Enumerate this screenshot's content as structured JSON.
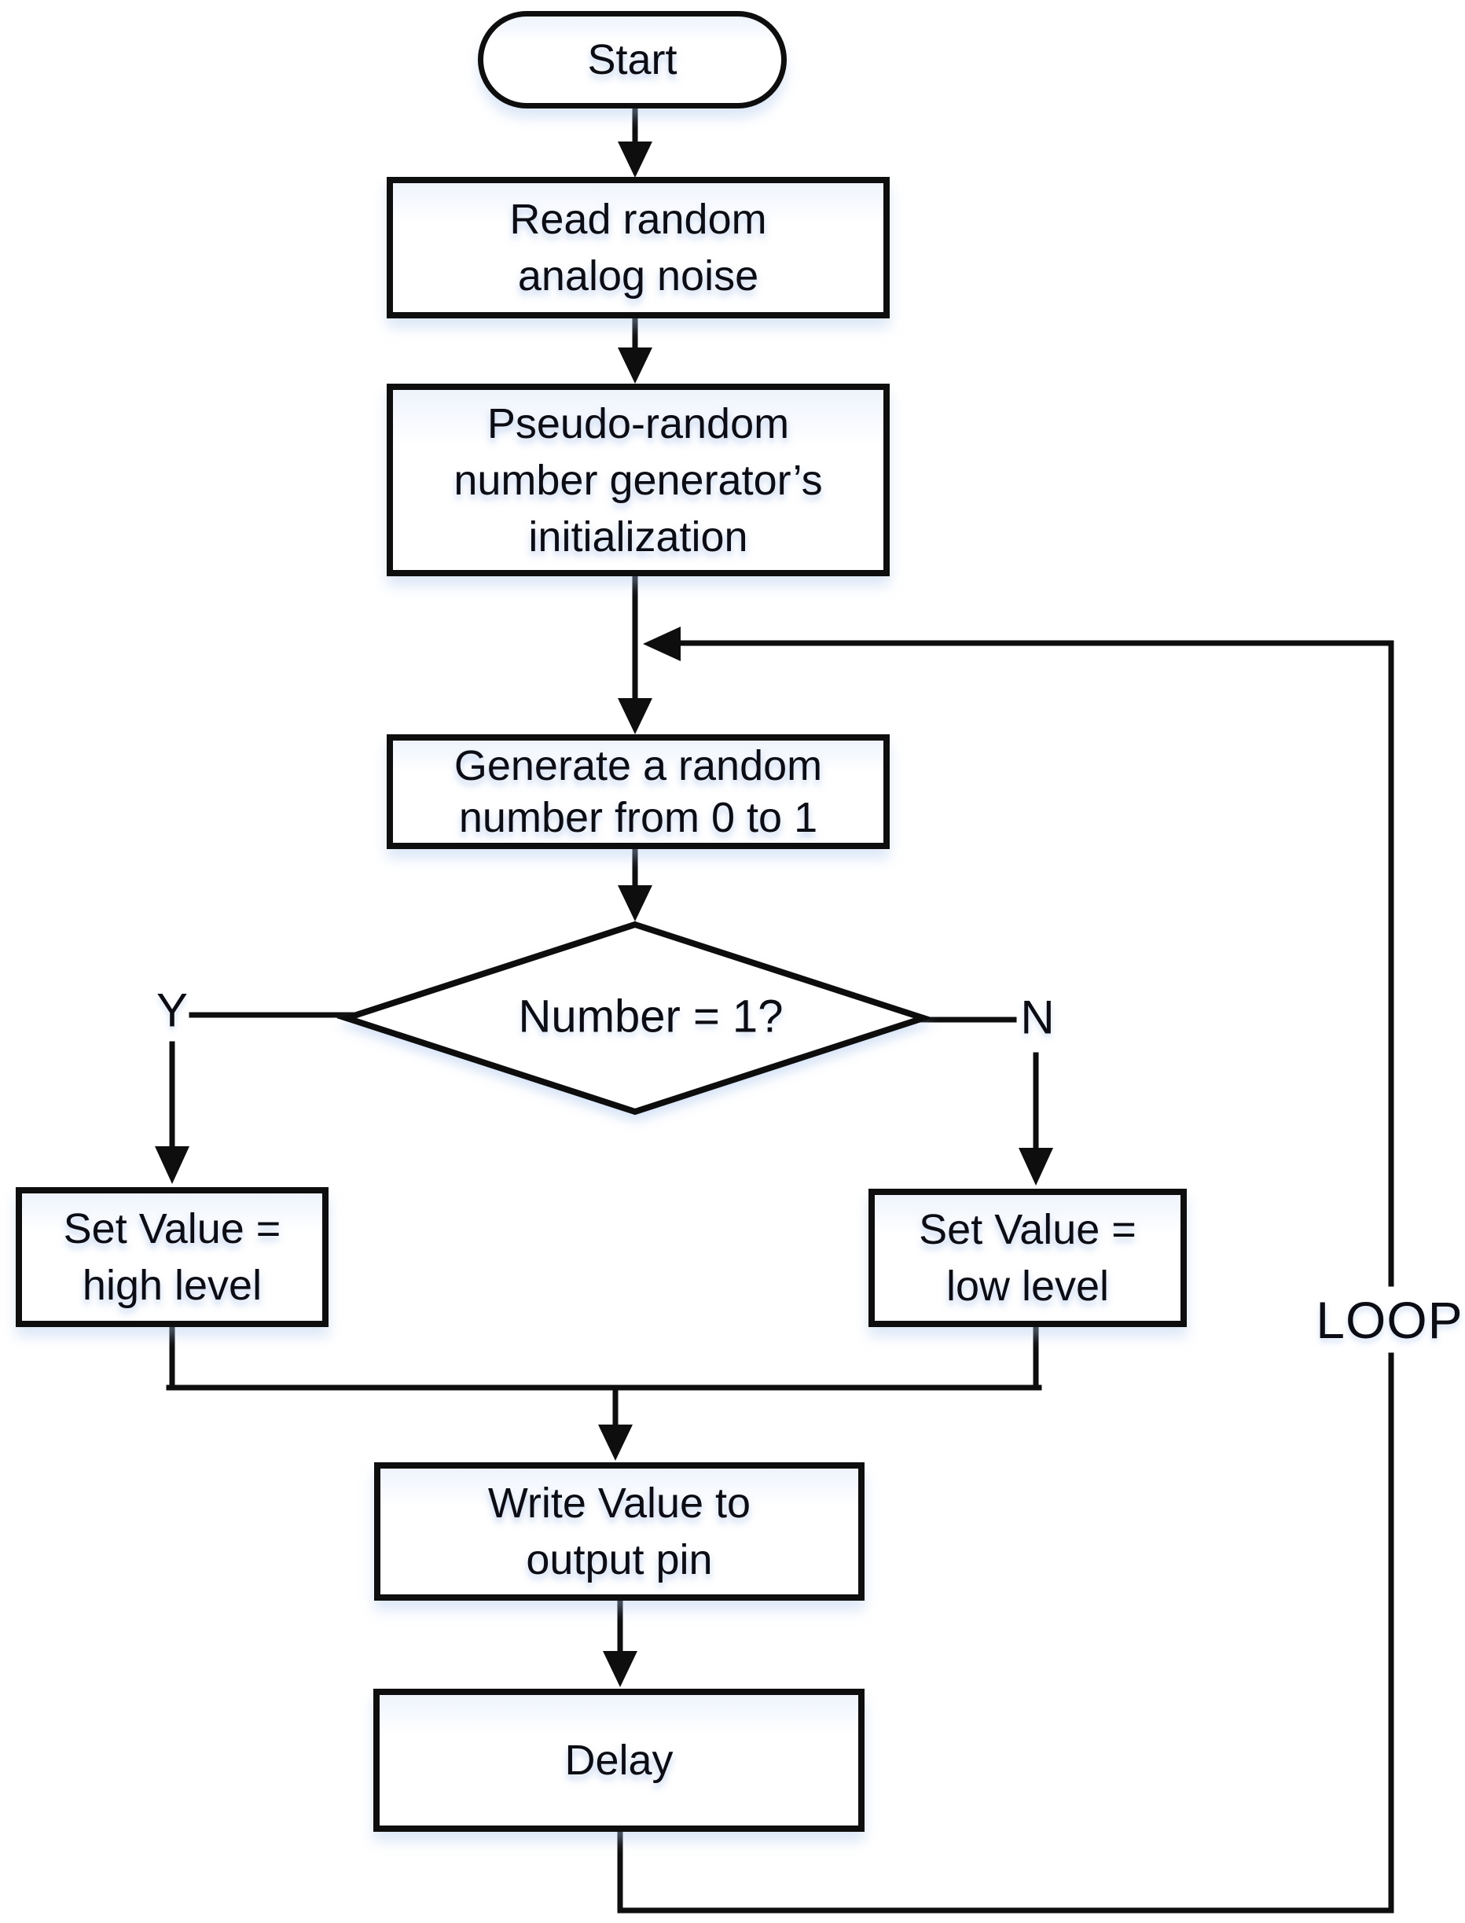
{
  "diagram": {
    "title_semantic": "random-signal-generator-flowchart",
    "type": "flowchart",
    "colors": {
      "line": "#0e0e0e",
      "text": "#0c0c14",
      "node_fill": "#ffffff",
      "node_tint": "#eef3fc",
      "background": "#ffffff"
    }
  },
  "nodes": {
    "start": {
      "label": "Start"
    },
    "read": {
      "lines": [
        "Read random",
        "analog noise"
      ]
    },
    "pseudo": {
      "lines": [
        "Pseudo-random",
        "number generator’s",
        "initialization"
      ]
    },
    "generate": {
      "lines": [
        "Generate a random",
        "number from 0 to 1"
      ]
    },
    "decision": {
      "label": "Number = 1?"
    },
    "high": {
      "lines": [
        "Set Value =",
        "high level"
      ]
    },
    "low": {
      "lines": [
        "Set Value =",
        "low level"
      ]
    },
    "write": {
      "lines": [
        "Write Value to",
        "output pin"
      ]
    },
    "delay": {
      "label": "Delay"
    }
  },
  "edges": {
    "yes_label": "Y",
    "no_label": "N",
    "loop_label": "LOOP"
  }
}
